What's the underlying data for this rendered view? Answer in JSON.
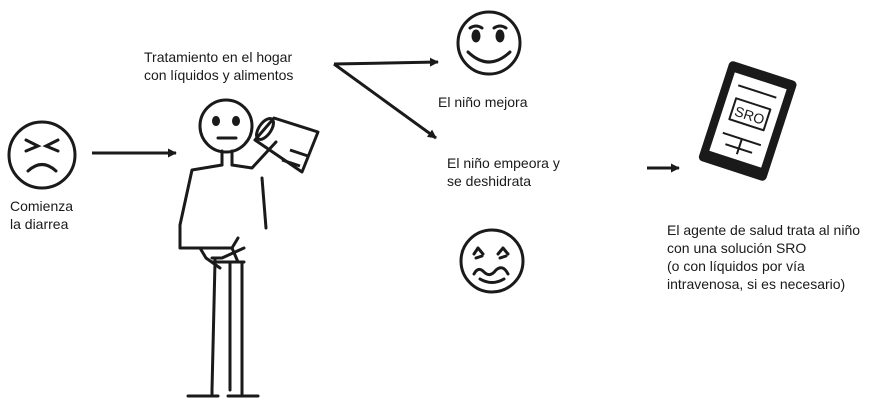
{
  "labels": {
    "start": [
      "Comienza",
      "la diarrea"
    ],
    "home_treatment": [
      "Tratamiento en el hogar",
      "con líquidos y alimentos"
    ],
    "improves": [
      "El niño mejora"
    ],
    "worsens": [
      "El niño empeora y",
      "se deshidrata"
    ],
    "health_worker": [
      "El agente de salud trata al niño",
      "con una solución SRO",
      "(o con líquidos por vía",
      "intravenosa, si es necesario)"
    ]
  },
  "packet_text": "SRO",
  "icons": {
    "sick_face": "sick-face-icon",
    "happy_face": "happy-face-icon",
    "dehydrated_face": "dehydrated-face-icon",
    "child": "stick-figure-drinking-icon",
    "ors_packet": "ors-packet-icon"
  },
  "colors": {
    "ink": "#1a1a1a",
    "background": "#ffffff"
  }
}
